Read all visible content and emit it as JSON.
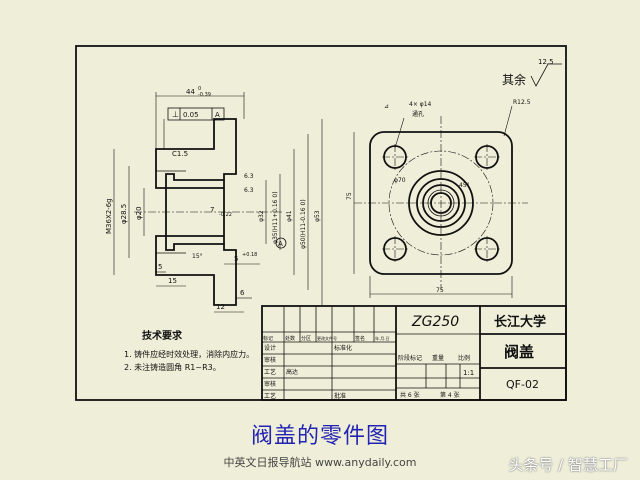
{
  "drawing": {
    "roughness_note": "其余",
    "roughness_value": "12.5",
    "roughness_value_face": "6.3",
    "dims": {
      "overall_length": "44",
      "overall_length_tol_top": "0",
      "overall_length_tol_bot": "-0.39",
      "flatness_value": "0.05",
      "datum_a": "A",
      "chamfer": "C1.5",
      "thread": "M36X2-6g",
      "dia_28_5": "φ28.5",
      "dia_20": "φ20",
      "dia_32": "φ32",
      "dia_35": "φ35(H11+0.16 0)",
      "dia_41": "φ41",
      "dia_50": "φ50(H11-0.16 0)",
      "dia_53": "φ53",
      "len_7": "7",
      "len_7_tol": "-0.22",
      "len_5": "5",
      "len_15": "15",
      "len_5b": "5",
      "len_5b_tol": "+0.18",
      "len_6": "6",
      "len_12": "12",
      "angle_15": "15°",
      "holes": "4× φ14",
      "holes_note": "通孔",
      "radius_r": "R12.5",
      "angle_45": "45°",
      "dia_70": "φ70",
      "side_75": "75",
      "bottom_75": "75"
    }
  },
  "tech_req": {
    "title": "技术要求",
    "items": [
      "1. 铸件应经时效处理，消除内应力。",
      "2. 未注铸造圆角 R1~R3。"
    ]
  },
  "title_block": {
    "material": "ZG250",
    "school": "长江大学",
    "part_name": "阀盖",
    "drawing_no": "QF-02",
    "scale": "1:1",
    "sheets_total": "共 6 张",
    "sheet_no": "第 4 张",
    "row_mark": [
      "标记",
      "处数",
      "分区",
      "更改文件号",
      "签名",
      "年.月.日"
    ],
    "row_design": "设计",
    "row_std": "标准化",
    "row_review": "审核",
    "row_process": "工艺",
    "row_approve": "批准",
    "designer": "高达",
    "stage_label": "阶段标记",
    "weight_label": "重量",
    "scale_label": "比例"
  },
  "caption": "阀盖的零件图",
  "source": "中英文日报导航站 www.anydaily.com",
  "watermark": "头条号 / 智慧工厂"
}
